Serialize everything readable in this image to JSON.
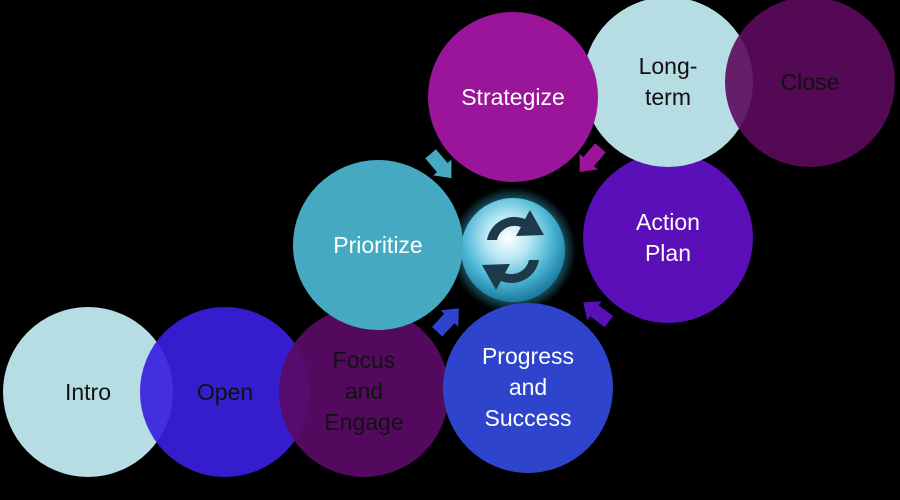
{
  "diagram": {
    "background": "#000000",
    "nodes": {
      "intro": {
        "lines": [
          "Intro"
        ],
        "color": "#b5dde3",
        "text_color": "#111111"
      },
      "open": {
        "lines": [
          "Open"
        ],
        "color": "#3a1fe0",
        "text_color": "#111111"
      },
      "focus": {
        "lines": [
          "Focus",
          "and",
          "Engage"
        ],
        "color": "#5a0a66",
        "text_color": "#111111"
      },
      "prioritize": {
        "lines": [
          "Prioritize"
        ],
        "color": "#45a9c2",
        "text_color": "#ffffff"
      },
      "progress": {
        "lines": [
          "Progress",
          "and",
          "Success"
        ],
        "color": "#2e44cc",
        "text_color": "#ffffff"
      },
      "strategize": {
        "lines": [
          "Strategize"
        ],
        "color": "#9a1599",
        "text_color": "#ffffff"
      },
      "action": {
        "lines": [
          "Action",
          "Plan"
        ],
        "color": "#5b0fb8",
        "text_color": "#ffffff"
      },
      "longterm": {
        "lines": [
          "Long-",
          "term"
        ],
        "color": "#b5dde3",
        "text_color": "#111111"
      },
      "close": {
        "lines": [
          "Close"
        ],
        "color": "#5c0a5c",
        "text_color": "#111111"
      }
    },
    "hub": {
      "icon": "refresh-cycle-icon",
      "glow_color": "#38b6d6",
      "arrow_color": "#1d3a4a"
    },
    "connectors": {
      "icon": "chevron-arrow-icon",
      "colors": {
        "top_left": "#45a9c2",
        "top_right": "#9a1599",
        "bottom_left": "#2e44cc",
        "bottom_right": "#5b0fb8"
      }
    }
  }
}
